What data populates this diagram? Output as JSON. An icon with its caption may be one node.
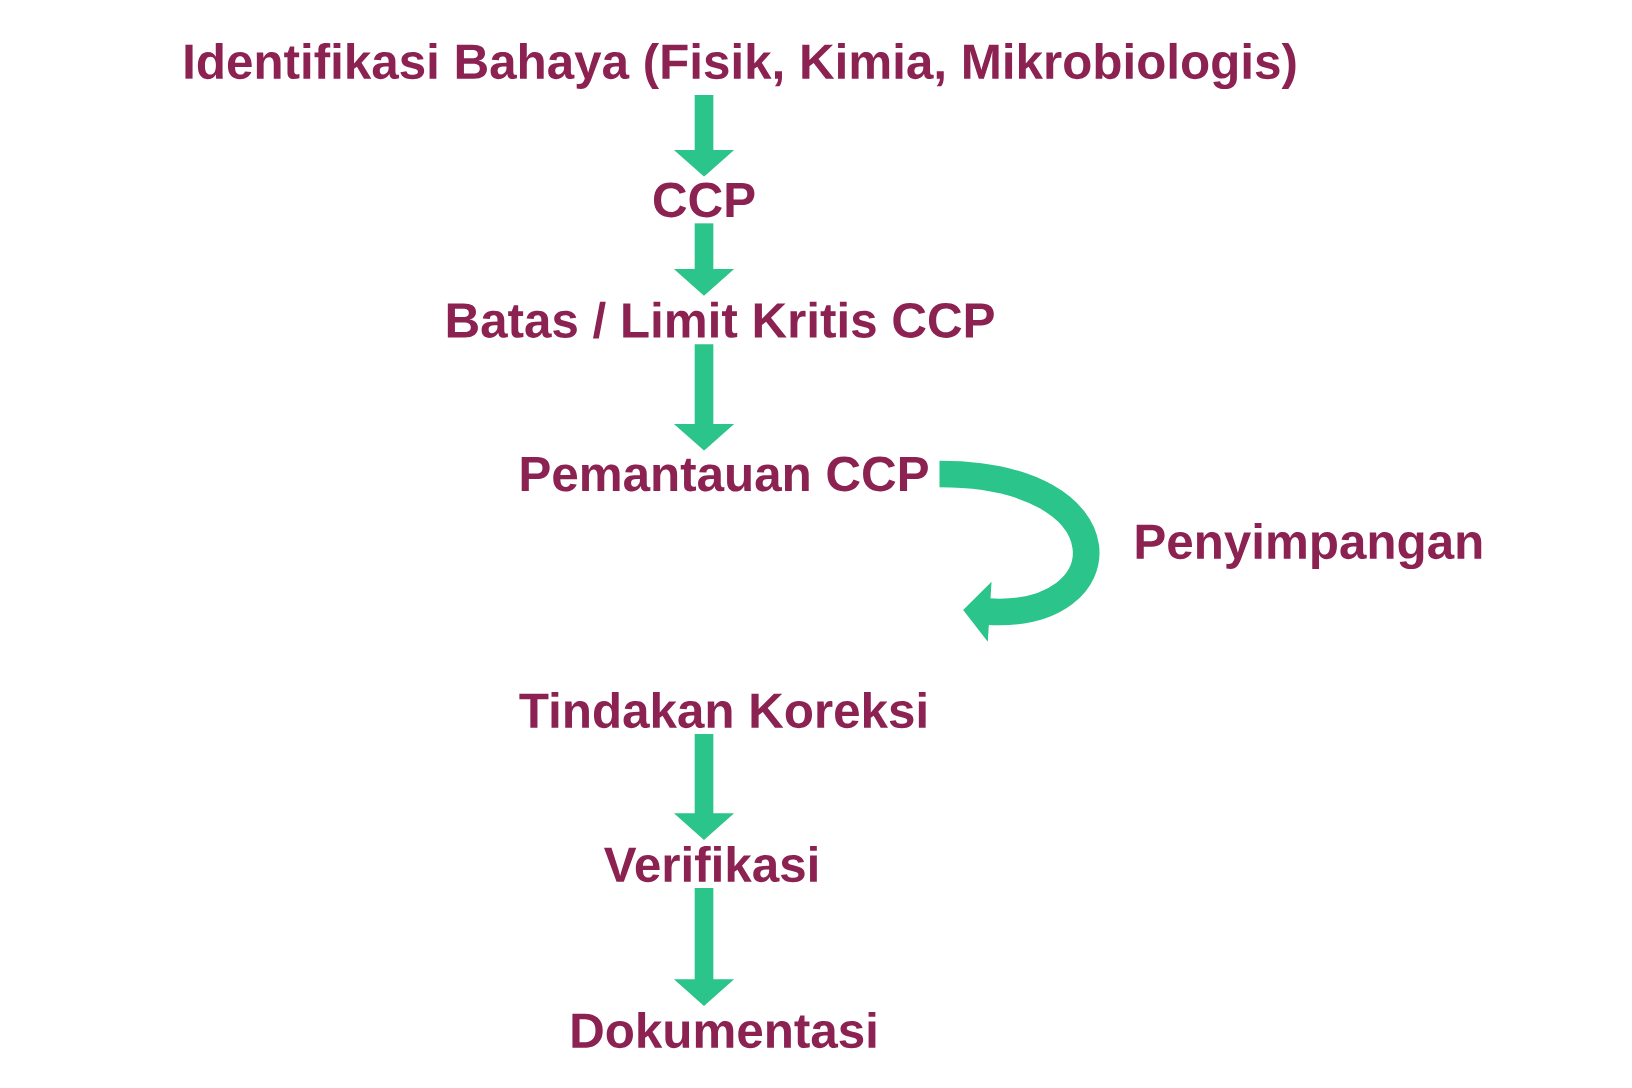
{
  "diagram": {
    "nodes": [
      {
        "text": [
          "Identifikasi Bahaya (Fisik, Kimia, Mikrobiologis)"
        ]
      },
      {
        "text": [
          "CCP"
        ]
      },
      {
        "text": [
          "Batas / Limit Kritis CCP"
        ]
      },
      {
        "text": [
          "Pemantauan CCP"
        ]
      },
      {
        "text": [
          "Tindakan Koreksi"
        ]
      },
      {
        "text": [
          "Verifikasi"
        ]
      },
      {
        "text": [
          "Dokumentasi"
        ]
      }
    ],
    "edges": [
      {
        "from": 0,
        "to": 1,
        "arrow": "to"
      },
      {
        "from": 1,
        "to": 2,
        "arrow": "to"
      },
      {
        "from": 2,
        "to": 3,
        "arrow": "to"
      },
      {
        "from": 3,
        "to": 4,
        "arrow": "to",
        "label": "Penyimpangan"
      },
      {
        "from": 4,
        "to": 5,
        "arrow": "to"
      },
      {
        "from": 5,
        "to": 6,
        "arrow": "to"
      }
    ]
  }
}
